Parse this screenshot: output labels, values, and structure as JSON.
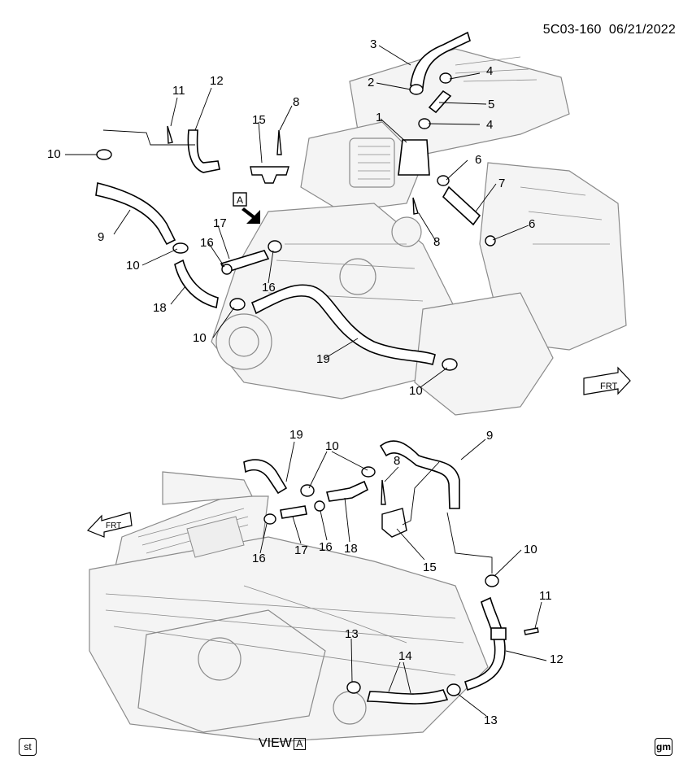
{
  "header": {
    "code": "5C03-160",
    "date": "06/21/2022"
  },
  "footer": {
    "left_badge": "st",
    "right_badge": "gm",
    "view_label": "VIEW",
    "view_letter": "A"
  },
  "view_marker": "A",
  "frt_label": "FRT",
  "top_callouts": [
    {
      "n": "1"
    },
    {
      "n": "2"
    },
    {
      "n": "3"
    },
    {
      "n": "4"
    },
    {
      "n": "5"
    },
    {
      "n": "4"
    },
    {
      "n": "6"
    },
    {
      "n": "7"
    },
    {
      "n": "6"
    },
    {
      "n": "8"
    },
    {
      "n": "8"
    },
    {
      "n": "9"
    },
    {
      "n": "10"
    },
    {
      "n": "10"
    },
    {
      "n": "10"
    },
    {
      "n": "10"
    },
    {
      "n": "11"
    },
    {
      "n": "12"
    },
    {
      "n": "15"
    },
    {
      "n": "16"
    },
    {
      "n": "16"
    },
    {
      "n": "17"
    },
    {
      "n": "18"
    },
    {
      "n": "19"
    }
  ],
  "bottom_callouts": [
    {
      "n": "19"
    },
    {
      "n": "10"
    },
    {
      "n": "9"
    },
    {
      "n": "8"
    },
    {
      "n": "15"
    },
    {
      "n": "10"
    },
    {
      "n": "11"
    },
    {
      "n": "12"
    },
    {
      "n": "13"
    },
    {
      "n": "13"
    },
    {
      "n": "14"
    },
    {
      "n": "16"
    },
    {
      "n": "16"
    },
    {
      "n": "17"
    },
    {
      "n": "18"
    }
  ],
  "colors": {
    "line": "#000000",
    "hose_fill": "#ffffff",
    "engine_stroke": "#8a8a8a",
    "engine_fill": "#f4f4f4"
  }
}
